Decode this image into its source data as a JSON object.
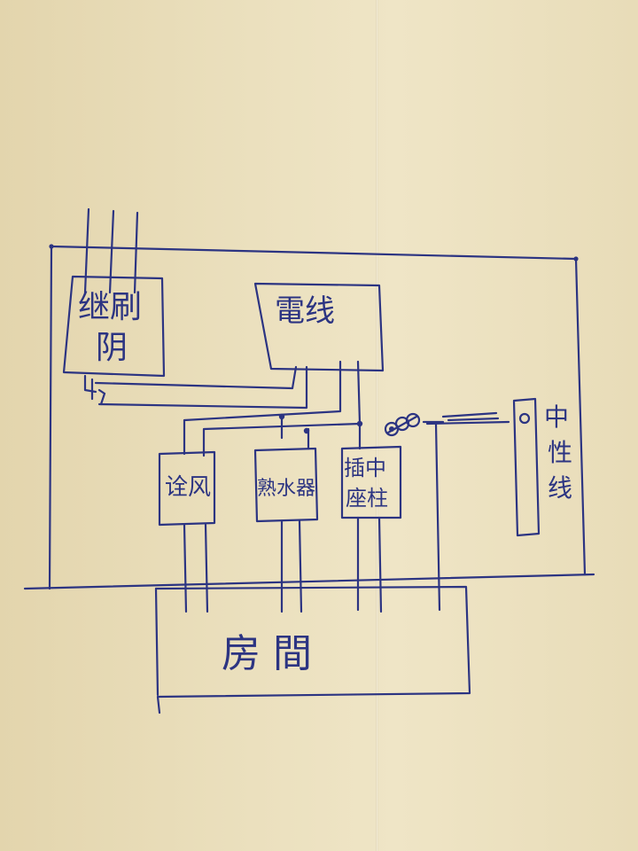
{
  "diagram": {
    "boxes": {
      "relay": {
        "line1": "继刷",
        "line2": "阴"
      },
      "power": {
        "label": "電线"
      },
      "fan": {
        "label": "诠风"
      },
      "heater": {
        "label": "熟水器"
      },
      "socket": {
        "line1": "插中",
        "line2": "座柱"
      },
      "room": {
        "label": "房 間"
      }
    },
    "side": {
      "label": "中性线"
    }
  }
}
